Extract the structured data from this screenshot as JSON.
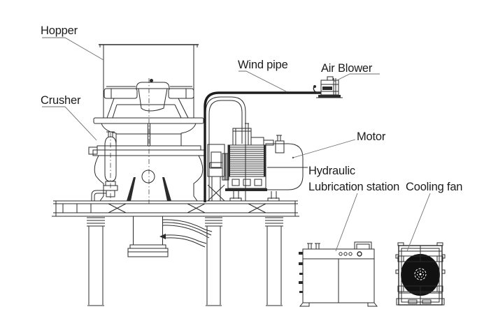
{
  "diagram": {
    "type": "technical-line-drawing",
    "subject": "cone crusher plant side view with auxiliary equipment",
    "colors": {
      "background": "#ffffff",
      "line": "#2b2b2b",
      "label_text": "#1c1c1c",
      "thick_pipe": "#1d1d1d",
      "fan_fill": "#111111"
    },
    "labels": {
      "hopper": "Hopper",
      "crusher": "Crusher",
      "wind_pipe": "Wind pipe",
      "air_blower": "Air Blower",
      "motor": "Motor",
      "hydraulic_line1": "Hydraulic",
      "hydraulic_line2": "Lubrication station",
      "cooling_fan": "Cooling fan"
    }
  }
}
